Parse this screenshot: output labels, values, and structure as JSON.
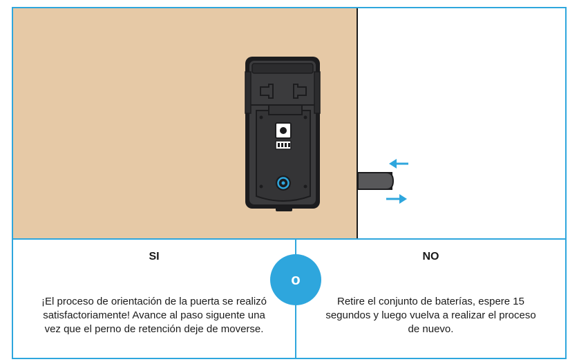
{
  "options": {
    "yes": {
      "title": "SI",
      "text": "¡El proceso de orientación de la puerta se realizó satisfactoriamente! Avance al paso siguente una vez que el perno de retención deje de moverse."
    },
    "no": {
      "title": "NO",
      "text": "Retire el conjunto de baterías, espere 15 segundos y luego vuelva a realizar el proceso de nuevo."
    },
    "separator": "o"
  },
  "colors": {
    "accent": "#2ea6dd",
    "door": "#e6c9a6",
    "lock_body": "#3b3b3d"
  }
}
